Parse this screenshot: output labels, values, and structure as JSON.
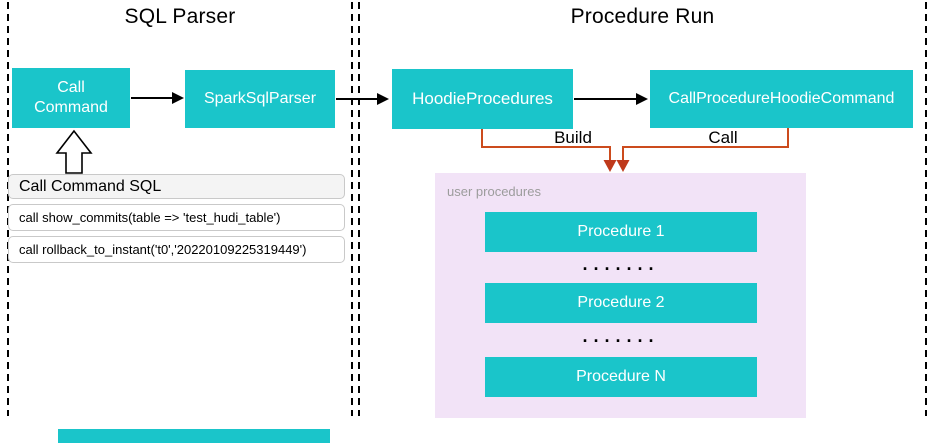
{
  "colors": {
    "teal": "#1AC5CA",
    "purple_panel": "#F2E3F7",
    "connector_orange": "#CC4B1D",
    "arrowhead_red": "#BF391B",
    "muted_text": "#9C9C9C",
    "panel_border": "#C9C9C9",
    "panel_header_bg": "#F4F4F4",
    "line_black": "#000000"
  },
  "sections": {
    "sql_parser": {
      "title": "SQL Parser"
    },
    "procedure_run": {
      "title": "Procedure Run"
    }
  },
  "nodes": {
    "call_command": {
      "label": "Call Command"
    },
    "spark_sql_parser": {
      "label": "SparkSqlParser"
    },
    "hoodie_procedures": {
      "label": "HoodieProcedures"
    },
    "call_procedure_hoodie_command": {
      "label": "CallProcedureHoodieCommand"
    }
  },
  "sql_panel": {
    "header": "Call Command SQL",
    "rows": [
      "call show_commits(table => 'test_hudi_table')",
      "call rollback_to_instant('t0','20220109225319449')"
    ]
  },
  "edges": {
    "build_label": "Build",
    "call_label": "Call"
  },
  "procedures_panel": {
    "label": "user procedures",
    "items": [
      "Procedure 1",
      "Procedure 2",
      "Procedure N"
    ],
    "dots": "·······"
  }
}
